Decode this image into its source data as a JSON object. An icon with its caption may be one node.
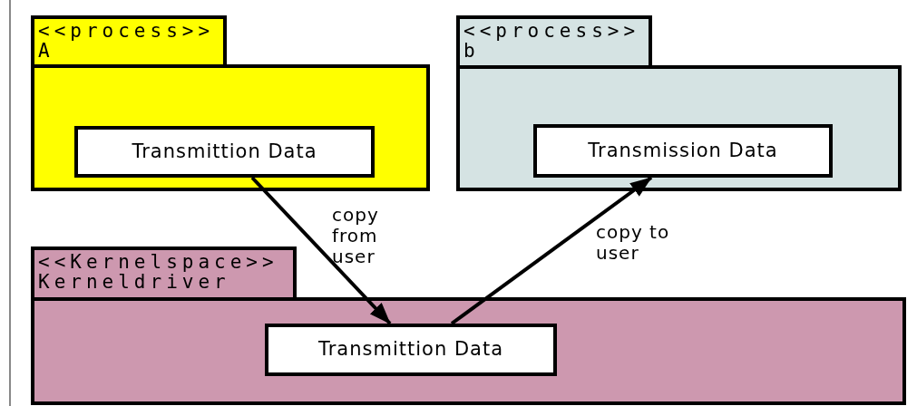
{
  "diagram": {
    "nodes": [
      {
        "text": [
          "<<process>>",
          "A"
        ]
      },
      {
        "text": [
          "Transmittion Data"
        ],
        "in": 0
      },
      {
        "text": [
          "<<process>>",
          "b"
        ]
      },
      {
        "text": [
          "Transmission Data"
        ],
        "in": 2
      },
      {
        "text": [
          "<<Kernelspace>>",
          "Kerneldriver"
        ]
      },
      {
        "text": [
          "Transmittion Data"
        ],
        "in": 4
      }
    ],
    "edges": [
      {
        "from": 1,
        "to": 5,
        "arrow": "to",
        "label": "copy from user"
      },
      {
        "from": 5,
        "to": 3,
        "arrow": "to",
        "label": "copy to user"
      }
    ]
  }
}
